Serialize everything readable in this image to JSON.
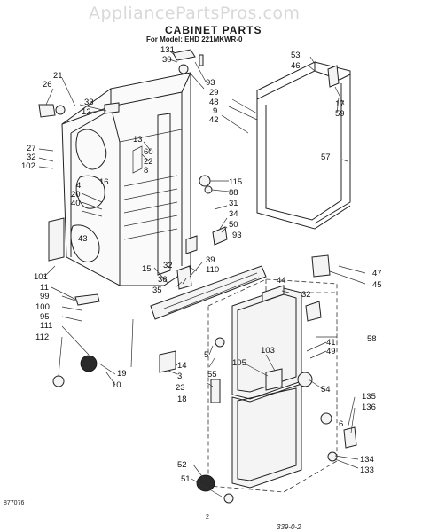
{
  "watermark": "AppliancePartsPros.com",
  "header": {
    "title": "CABINET PARTS",
    "model_line": "For Model: EHD 221MKWR-0"
  },
  "footer": {
    "drawing_code": "877076",
    "page_number": "2",
    "revision": "339-0-2"
  },
  "callouts": [
    "131",
    "30",
    "93",
    "29",
    "48",
    "9",
    "42",
    "53",
    "46",
    "17",
    "59",
    "57",
    "21",
    "26",
    "33",
    "12",
    "27",
    "32",
    "102",
    "13",
    "60",
    "22",
    "8",
    "16",
    "4",
    "20",
    "40",
    "43",
    "101",
    "11",
    "99",
    "100",
    "95",
    "111",
    "112",
    "10",
    "19",
    "115",
    "88",
    "31",
    "34",
    "50",
    "93",
    "15",
    "32",
    "36",
    "35",
    "39",
    "110",
    "47",
    "45",
    "44",
    "32",
    "58",
    "41",
    "49",
    "105",
    "103",
    "54",
    "135",
    "136",
    "14",
    "3",
    "23",
    "5",
    "55",
    "18",
    "52",
    "51",
    "6",
    "134",
    "133"
  ]
}
